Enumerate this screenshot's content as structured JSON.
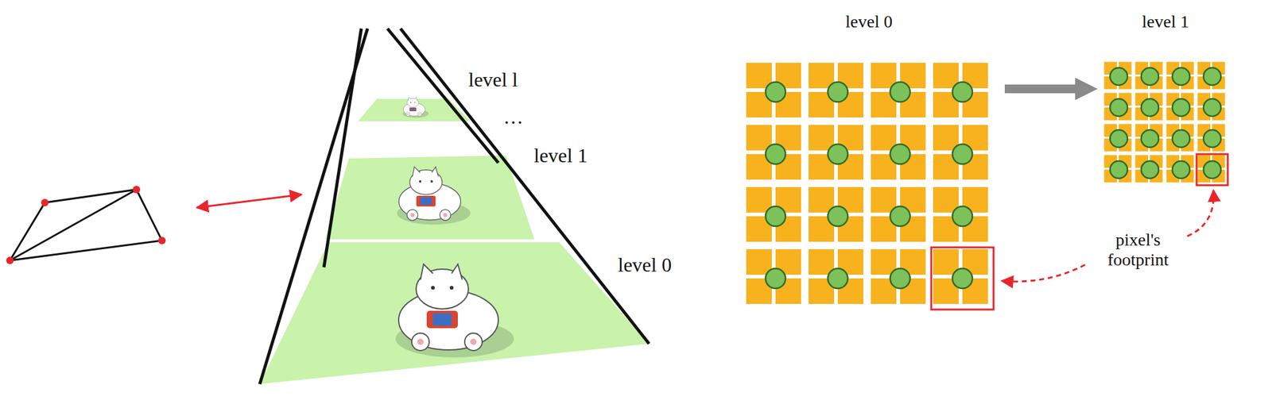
{
  "diagram": {
    "nodes": [
      {
        "text": [
          "level 0"
        ]
      },
      {
        "text": [
          "level 1"
        ]
      }
    ],
    "edges": [
      {
        "from": 0,
        "to": 1,
        "arrow": "to"
      }
    ],
    "labels": [
      "level l",
      "…",
      "level 1",
      "level 0",
      "pixel's footprint"
    ]
  }
}
